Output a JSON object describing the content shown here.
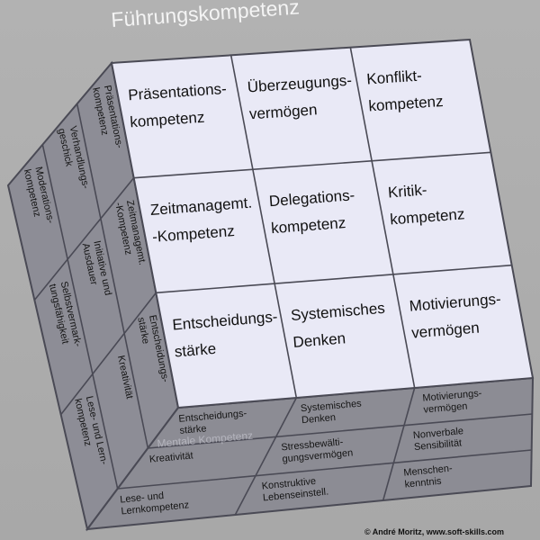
{
  "title": "Führungskompetenz",
  "front_face": {
    "cells": [
      [
        "Präsentations-",
        "kompetenz"
      ],
      [
        "Überzeugungs-",
        "vermögen"
      ],
      [
        "Konflikt-",
        "kompetenz"
      ],
      [
        "Zeitmanagemt.",
        "-Kompetenz"
      ],
      [
        "Delegations-",
        "kompetenz"
      ],
      [
        "Kritik-",
        "kompetenz"
      ],
      [
        "Entscheidungs-",
        "stärke"
      ],
      [
        "Systemisches",
        "Denken"
      ],
      [
        "Motivierungs-",
        "vermögen"
      ]
    ]
  },
  "left_face": {
    "cells": [
      [
        "Moderations-",
        "kompetenz"
      ],
      [
        "Verhandlungs-",
        "geschick"
      ],
      [
        "Präsentations-",
        "kompetenz"
      ],
      [
        "Selbstvermark-",
        "tungsfähigkeit"
      ],
      [
        "Initiative und",
        "Ausdauer"
      ],
      [
        "Zeitmanagemt.",
        "-Kompetenz"
      ],
      [
        "Lese- und Lern-",
        "kompetenz"
      ],
      [
        "Kreativität"
      ],
      [
        "Entscheidungs-",
        "stärke"
      ]
    ]
  },
  "bottom_face": {
    "ghost_label": "Mentale Kompetenz",
    "cells": [
      [
        "Entscheidungs-",
        "stärke"
      ],
      [
        "Systemisches",
        "Denken"
      ],
      [
        "Motivierungs-",
        "vermögen"
      ],
      [
        "Kreativität"
      ],
      [
        "Stressbewälti-",
        "gungsvermögen"
      ],
      [
        "Nonverbale",
        "Sensibilität"
      ],
      [
        "Lese- und",
        "Lernkompetenz"
      ],
      [
        "Konstruktive",
        "Lebenseinstell."
      ],
      [
        "Menschen-",
        "kenntnis"
      ]
    ]
  },
  "credit": "© André Moritz, www.soft-skills.com",
  "colors": {
    "background": "#ababab",
    "front_face": "#e9e9f6",
    "side_face": "#8d8d96",
    "bottom_face": "#8c8c94",
    "grid_line": "#4a4a55"
  }
}
